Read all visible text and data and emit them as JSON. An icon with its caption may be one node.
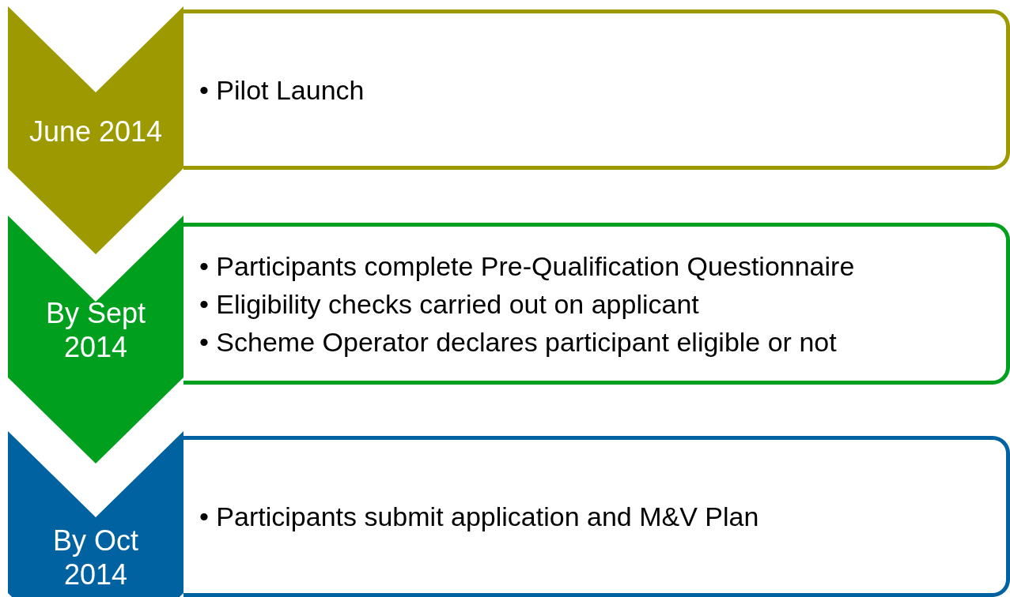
{
  "diagram": {
    "nodes": [
      {
        "text": [
          "June 2014"
        ]
      },
      {
        "text": [
          "• Pilot Launch"
        ]
      },
      {
        "text": [
          "By Sept 2014"
        ]
      },
      {
        "text": [
          "• Participants complete Pre-Qualification Questionnaire",
          "• Eligibility checks carried out on applicant",
          "• Scheme Operator declares participant eligible or not"
        ]
      },
      {
        "text": [
          "By Oct 2014"
        ]
      },
      {
        "text": [
          "• Participants submit application and M&V Plan"
        ]
      }
    ]
  }
}
